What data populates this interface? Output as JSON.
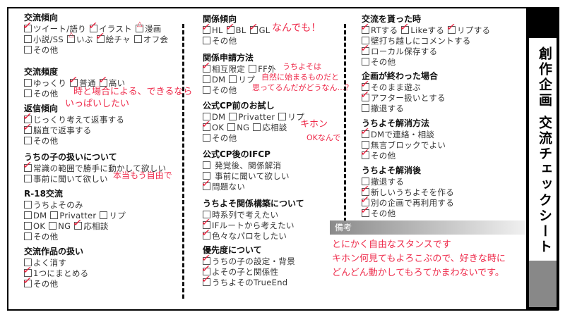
{
  "title": "創作企画 交流チェックシート",
  "check_color": "#e8203c",
  "columns": [
    [
      {
        "title": "交流傾向",
        "rows": [
          [
            {
              "label": "ツイート/語り",
              "checked": true
            },
            {
              "label": "イラスト",
              "checked": true
            },
            {
              "label": "漫画",
              "checked": false,
              "mark": "triangle"
            }
          ],
          [
            {
              "label": "小説/SS",
              "checked": false
            },
            {
              "label": "いぶ",
              "checked": false,
              "mark": "triangle"
            },
            {
              "label": "絵チャ",
              "checked": true
            },
            {
              "label": "オフ会",
              "checked": false
            }
          ],
          [
            {
              "label": "その他",
              "checked": false
            }
          ]
        ]
      },
      {
        "title": "交流頻度",
        "rows": [
          [
            {
              "label": "ゆっくり",
              "checked": false
            },
            {
              "label": "普通",
              "checked": true
            },
            {
              "label": "高い",
              "checked": true
            }
          ],
          [
            {
              "label": "その他",
              "checked": false
            }
          ]
        ]
      },
      {
        "title": "返信傾向",
        "rows": [
          [
            {
              "label": "じっくり考えて返事する",
              "checked": true
            }
          ],
          [
            {
              "label": "脳直で返事する",
              "checked": true
            }
          ],
          [
            {
              "label": "その他",
              "checked": false
            }
          ]
        ]
      },
      {
        "title": "うちの子の扱いについて",
        "rows": [
          [
            {
              "label": "常識の範囲で勝手に動かして欲しい",
              "checked": true
            }
          ],
          [
            {
              "label": "事前に聞いて欲しい",
              "checked": false
            }
          ]
        ]
      },
      {
        "title": "R-18交流",
        "rows": [
          [
            {
              "label": "うちよそのみ",
              "checked": false
            }
          ],
          [
            {
              "label": "DM",
              "checked": false
            },
            {
              "label": "Privatter",
              "checked": false
            },
            {
              "label": "リプ",
              "checked": false
            }
          ],
          [
            {
              "label": "OK",
              "checked": false
            },
            {
              "label": "NG",
              "checked": false
            },
            {
              "label": "応相談",
              "checked": true
            }
          ],
          [
            {
              "label": "その他",
              "checked": false
            }
          ]
        ]
      },
      {
        "title": "交流作品の扱い",
        "rows": [
          [
            {
              "label": "よく消す",
              "checked": false
            }
          ],
          [
            {
              "label": "1つにまとめる",
              "checked": true
            }
          ],
          [
            {
              "label": "その他",
              "checked": true
            }
          ]
        ]
      }
    ],
    [
      {
        "title": "関係傾向",
        "rows": [
          [
            {
              "label": "HL",
              "checked": true
            },
            {
              "label": "BL",
              "checked": true
            },
            {
              "label": "GL",
              "checked": true
            }
          ],
          [
            {
              "label": "その他",
              "checked": false
            }
          ]
        ]
      },
      {
        "title": "関係申請方法",
        "rows": [
          [
            {
              "label": "相互限定",
              "checked": true
            },
            {
              "label": "FF外",
              "checked": false
            }
          ],
          [
            {
              "label": "DM",
              "checked": false
            },
            {
              "label": "リプ",
              "checked": false
            }
          ],
          [
            {
              "label": "その他",
              "checked": false
            }
          ]
        ]
      },
      {
        "title": "公式CP前のお試し",
        "rows": [
          [
            {
              "label": "DM",
              "checked": false
            },
            {
              "label": "Privatter",
              "checked": false
            },
            {
              "label": "リプ",
              "checked": false
            }
          ],
          [
            {
              "label": "OK",
              "checked": true
            },
            {
              "label": "NG",
              "checked": false
            },
            {
              "label": "応相談",
              "checked": false
            }
          ],
          [
            {
              "label": "その他",
              "checked": false
            }
          ]
        ]
      },
      {
        "title": "公式CP後のIFCP",
        "rows": [
          [
            {
              "label": " 発覚後、関係解消",
              "checked": false
            }
          ],
          [
            {
              "label": " 事前に聞いて欲しい",
              "checked": false
            }
          ],
          [
            {
              "label": "問題ない",
              "checked": true
            }
          ]
        ]
      },
      {
        "title": "うちよそ関係構築について",
        "rows": [
          [
            {
              "label": "時系列で考えたい",
              "checked": false
            }
          ],
          [
            {
              "label": "IFルートから考えたい",
              "checked": true
            }
          ],
          [
            {
              "label": "色々なパロをしたい",
              "checked": true
            }
          ]
        ]
      },
      {
        "title": "優先度について",
        "rows": [
          [
            {
              "label": "うちの子の設定・背景",
              "checked": true
            }
          ],
          [
            {
              "label": "よその子と関係性",
              "checked": true
            }
          ],
          [
            {
              "label": "うちよそのTrueEnd",
              "checked": true
            }
          ]
        ]
      }
    ],
    [
      {
        "title": "交流を貰った時",
        "rows": [
          [
            {
              "label": "RTする",
              "checked": true
            },
            {
              "label": "Likeする",
              "checked": true
            },
            {
              "label": "リプする",
              "checked": true
            }
          ],
          [
            {
              "label": "壁打ち越しにコメントする",
              "checked": false
            }
          ],
          [
            {
              "label": "ローカル保存する",
              "checked": true
            }
          ],
          [
            {
              "label": "その他",
              "checked": false
            }
          ]
        ]
      },
      {
        "title": "企画が終わった場合",
        "rows": [
          [
            {
              "label": "そのまま遊ぶ",
              "checked": true
            }
          ],
          [
            {
              "label": "アフター扱いとする",
              "checked": true
            }
          ],
          [
            {
              "label": "撤退する",
              "checked": false
            }
          ]
        ]
      },
      {
        "title": "うちよそ解消方法",
        "rows": [
          [
            {
              "label": "DMで連絡・相談",
              "checked": true
            }
          ],
          [
            {
              "label": "無言ブロックでよい",
              "checked": false
            }
          ],
          [
            {
              "label": "その他",
              "checked": true
            }
          ]
        ]
      },
      {
        "title": "うちよそ解消後",
        "rows": [
          [
            {
              "label": "撤退する",
              "checked": false
            }
          ],
          [
            {
              "label": "新しいうちよそを作る",
              "checked": true
            }
          ],
          [
            {
              "label": "別の企画で再利用する",
              "checked": true
            }
          ],
          [
            {
              "label": "その他",
              "checked": true
            }
          ]
        ]
      }
    ]
  ],
  "handwritten_notes": [
    "時と場合による、できるなら",
    "いっぱいしたい",
    "本当もう自由で",
    "なんでも！",
    "うちよそは",
    "自然に始まるものだと",
    "思ってるんだがどうなん…？",
    "キホン",
    "OKなんで"
  ],
  "remarks": {
    "label": "備考",
    "text": "とにかく自由なスタンスです\nキホン何見てもよろこぶので、好きな時に\nどんどん動かしてもろてかまわないです。"
  }
}
